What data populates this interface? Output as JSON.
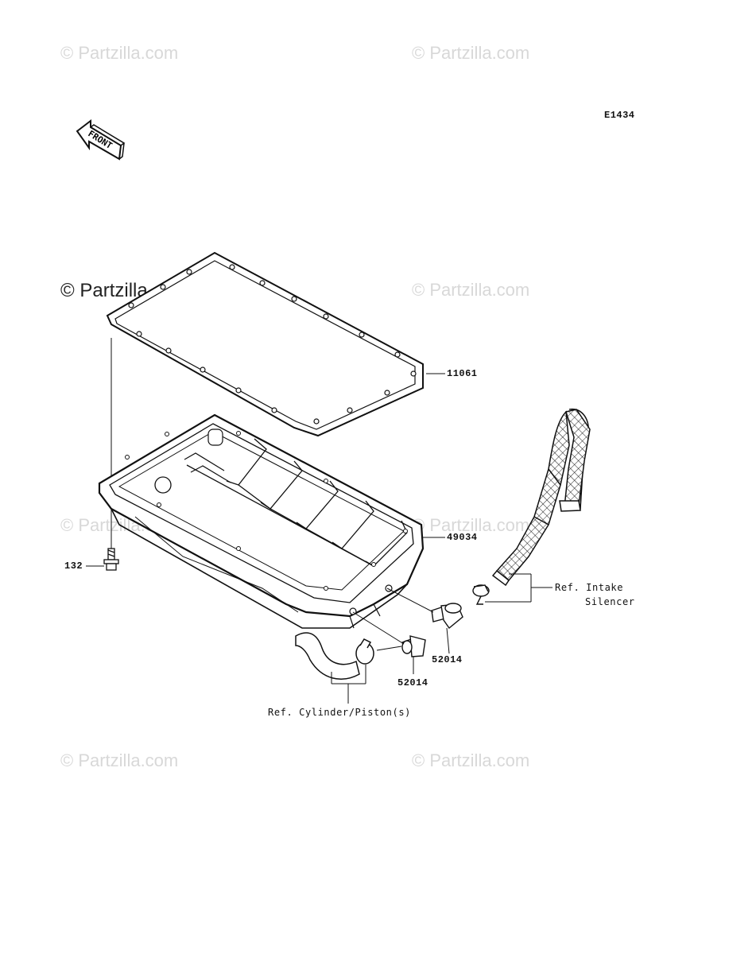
{
  "diagram_code": "E1434",
  "watermarks": [
    {
      "text": "© Partzilla.com",
      "style": "light"
    },
    {
      "text": "© Partzilla.com",
      "style": "light"
    },
    {
      "text": "© Partzilla.com",
      "style": "dark"
    },
    {
      "text": "© Partzilla.com",
      "style": "light"
    },
    {
      "text": "© Partzilla.com",
      "style": "light"
    },
    {
      "text": "© Partzilla.com",
      "style": "light"
    },
    {
      "text": "© Partzilla.com",
      "style": "light"
    },
    {
      "text": "© Partzilla.com",
      "style": "light"
    }
  ],
  "front_arrow": {
    "label": "FRONT"
  },
  "callouts": {
    "gasket": "11061",
    "oil_pan": "49034",
    "bolt": "132",
    "fitting_upper": "52014",
    "fitting_lower": "52014"
  },
  "references": {
    "intake_line1": "Ref. Intake",
    "intake_line2": "Silencer",
    "cylinder": "Ref. Cylinder/Piston(s)"
  }
}
